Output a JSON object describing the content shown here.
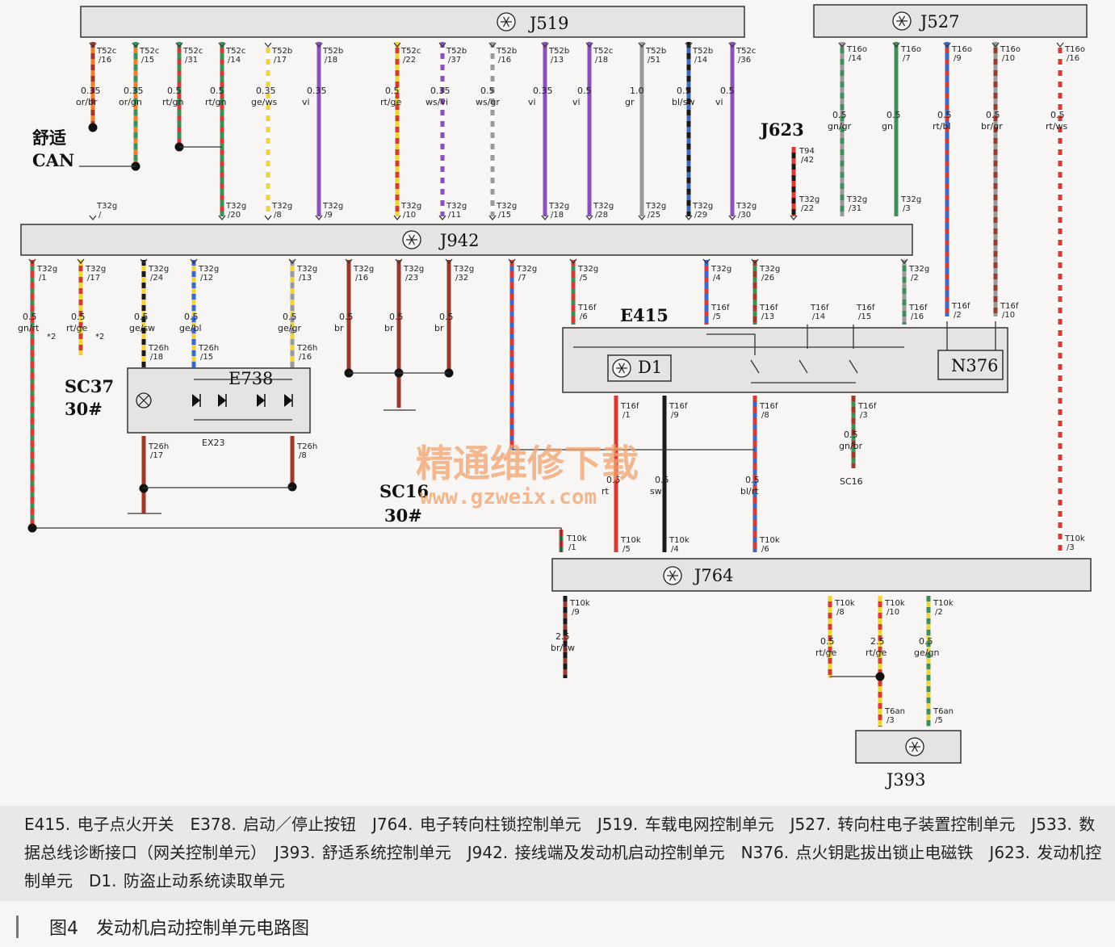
{
  "modules": {
    "J519": "J519",
    "J527": "J527",
    "J942": "J942",
    "J764": "J764",
    "J393": "J393",
    "E415": "E415",
    "E738": "E738",
    "N376": "N376",
    "D1": "D1",
    "J623": "J623"
  },
  "labels": {
    "comfort": "舒适",
    "can": "CAN",
    "sc37": "SC37",
    "sc37_fuse": "30#",
    "sc16": "SC16",
    "sc16_fuse": "30#",
    "ex23": "EX23",
    "sc16_small": "SC16"
  },
  "watermark": {
    "cn": "精通维修下载",
    "url": "www.gzweix.com"
  },
  "j519_wires": [
    {
      "pin": "T52c/16",
      "g": "0.35",
      "c": "or/br",
      "b": "T32g/"
    },
    {
      "pin": "T52c/15",
      "g": "0.35",
      "c": "or/gn",
      "b": ""
    },
    {
      "pin": "T52c/31",
      "g": "0.5",
      "c": "rt/gn",
      "b": ""
    },
    {
      "pin": "T52c/14",
      "g": "0.5",
      "c": "rt/gn",
      "b": "T32g/20"
    },
    {
      "pin": "T52b/17",
      "g": "0.35",
      "c": "ge/ws",
      "b": "T32g/8"
    },
    {
      "pin": "T52b/18",
      "g": "0.35",
      "c": "vi",
      "b": "T32g/9"
    },
    {
      "pin": "T52c/22",
      "g": "0.5",
      "c": "rt/ge",
      "b": "T32g/10"
    },
    {
      "pin": "T52b/37",
      "g": "0.35",
      "c": "ws/vi",
      "b": "T32g/11"
    },
    {
      "pin": "T52b/16",
      "g": "0.5",
      "c": "ws/gr",
      "b": "T32g/15"
    },
    {
      "pin": "T52b/13",
      "g": "0.35",
      "c": "vi",
      "b": "T32g/18"
    },
    {
      "pin": "T52c/18",
      "g": "0.5",
      "c": "vi",
      "b": "T32g/28"
    },
    {
      "pin": "T52b/51",
      "g": "1.0",
      "c": "gr",
      "b": "T32g/25"
    },
    {
      "pin": "T52b/14",
      "g": "0.5",
      "c": "bl/sw",
      "b": "T32g/29"
    },
    {
      "pin": "T52c/36",
      "g": "0.5",
      "c": "vi",
      "b": "T32g/30"
    }
  ],
  "j623_wire": {
    "top": "T94/42",
    "bottom": "T32g/22"
  },
  "j527_wires": [
    {
      "pin": "T16o/14",
      "g": "0.5",
      "c": "gn/gr",
      "b": "T32g/31"
    },
    {
      "pin": "T16o/7",
      "g": "0.5",
      "c": "gn",
      "b": "T32g/3"
    },
    {
      "pin": "T16o/9",
      "g": "0.5",
      "c": "rt/bl",
      "b": "T16f/2"
    },
    {
      "pin": "T16o/10",
      "g": "0.5",
      "c": "br/gr",
      "b": "T16f/10"
    },
    {
      "pin": "T16o/16",
      "g": "0.5",
      "c": "rt/ws",
      "b": "T10k/3"
    }
  ],
  "j942_left": [
    {
      "pin": "T32g/1",
      "g": "0.5",
      "c": "gn/rt",
      "n": "*2"
    },
    {
      "pin": "T32g/17",
      "g": "0.5",
      "c": "rt/ge",
      "n": "*2"
    },
    {
      "pin": "T32g/24",
      "g": "0.5",
      "c": "ge/sw",
      "b": "T26h/18"
    },
    {
      "pin": "T32g/12",
      "g": "0.5",
      "c": "ge/bl",
      "b": "T26h/15"
    },
    {
      "pin": "T32g/13",
      "g": "0.5",
      "c": "ge/gr",
      "b": "T26h/16"
    },
    {
      "pin": "T32g/16",
      "g": "0.5",
      "c": "br"
    },
    {
      "pin": "T32g/23",
      "g": "0.5",
      "c": "br"
    },
    {
      "pin": "T32g/32",
      "g": "0.5",
      "c": "br"
    }
  ],
  "e738_bottom": [
    "T26h/17",
    "T26h/8"
  ],
  "j942_right": [
    {
      "pin": "T32g/7"
    },
    {
      "pin": "T32g/5",
      "b": "T16f/6"
    },
    {
      "pin": "T32g/4",
      "b": "T16f/5"
    },
    {
      "pin": "T32g/26",
      "b": "T16f/13"
    },
    {
      "pin": "T16f/14"
    },
    {
      "pin": "T16f/15"
    },
    {
      "pin": "T32g/2",
      "b": "T16f/16"
    }
  ],
  "e415_bottom": [
    {
      "pin": "T16f/1",
      "g": "0.5",
      "c": "rt",
      "b": "T10k/5"
    },
    {
      "pin": "T16f/9",
      "g": "0.5",
      "c": "sw",
      "b": "T10k/4"
    },
    {
      "pin": "T16f/8",
      "g": "0.5",
      "c": "bl/rt",
      "b": "T10k/6"
    },
    {
      "pin": "T16f/3",
      "g": "0.5",
      "c": "gn/br"
    }
  ],
  "j764_left": {
    "pin": "T10k/1"
  },
  "j764_bottom": [
    {
      "pin": "T10k/9",
      "g": "2.5",
      "c": "br/sw"
    },
    {
      "pin": "T10k/8",
      "g": "0.5",
      "c": "rt/ge"
    },
    {
      "pin": "T10k/10",
      "g": "2.5",
      "c": "rt/ge",
      "b": "T6an/3"
    },
    {
      "pin": "T10k/2",
      "g": "0.5",
      "c": "ge/gn",
      "b": "T6an/5"
    }
  ],
  "legend": "E415. 电子点火开关　E378. 启动／停止按钮　J764. 电子转向柱锁控制单元　J519. 车载电网控制单元　J527. 转向柱电子装置控制单元　J533. 数据总线诊断接口（网关控制单元）　J393. 舒适系统控制单元　J942. 接线端及发动机启动控制单元　N376. 点火钥匙拔出锁止电磁铁　J623. 发动机控制单元　D1. 防盗止动系统读取单元",
  "caption": "图4　发动机启动控制单元电路图",
  "colors": {
    "or": "#ee7d2c",
    "br": "#9b3a2c",
    "gn": "#3f8f5a",
    "rt": "#d83a35",
    "ge": "#f0d23a",
    "vi": "#8a52b8",
    "ws": "#ffffff",
    "gr": "#9a9a9a",
    "bl": "#3b68c9",
    "sw": "#1a1a1a"
  }
}
